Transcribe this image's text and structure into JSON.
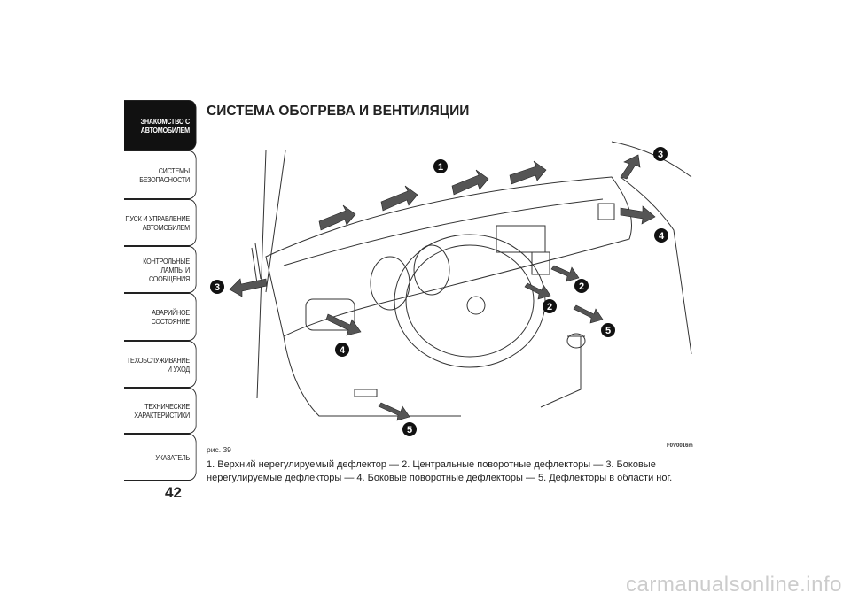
{
  "sidebar": {
    "tabs": [
      {
        "label": "ЗНАКОМСТВО С\nАВТОМОБИЛЕМ",
        "active": true
      },
      {
        "label": "СИСТЕМЫ\nБЕЗОПАСНОСТИ"
      },
      {
        "label": "ПУСК И УПРАВЛЕНИЕ\nАВТОМОБИЛЕМ"
      },
      {
        "label": "КОНТРОЛЬНЫЕ\nЛАМПЫ И\nСООБЩЕНИЯ"
      },
      {
        "label": "АВАРИЙНОЕ\nСОСТОЯНИЕ"
      },
      {
        "label": "ТЕХОБСЛУЖИВАНИЕ\nИ УХОД"
      },
      {
        "label": "ТЕХНИЧЕСКИЕ\nХАРАКТЕРИСТИКИ"
      },
      {
        "label": "УКАЗАТЕЛЬ"
      }
    ]
  },
  "page_number": "42",
  "title": "СИСТЕМА ОБОГРЕВА И ВЕНТИЛЯЦИИ",
  "figure": {
    "label": "рис. 39",
    "code": "F0V0016m",
    "markers": [
      "1",
      "3",
      "4",
      "3",
      "2",
      "2",
      "5",
      "4",
      "5"
    ]
  },
  "caption": "1. Верхний нерегулируемый дефлектор — 2. Центральные поворотные дефлекторы — 3. Боковые нерегулируемые дефлекторы — 4. Боковые поворотные дефлекторы — 5. Дефлекторы в области ног.",
  "watermark": "carmanualsonline.info"
}
